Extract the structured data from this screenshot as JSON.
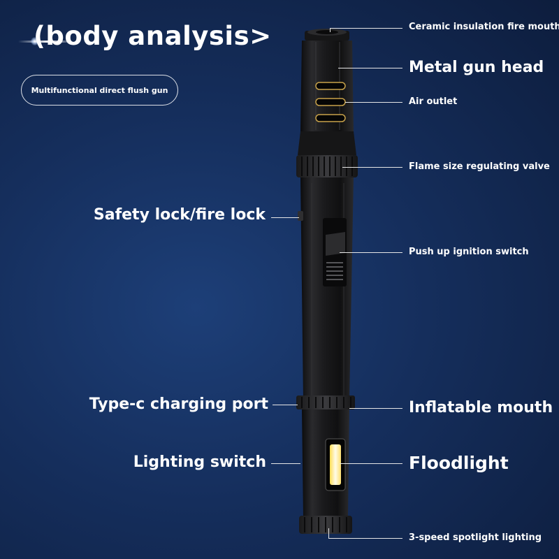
{
  "header": {
    "title": "(body analysis>",
    "subtitle": "Multifunctional direct flush gun"
  },
  "labels": {
    "ceramic_mouth": "Ceramic insulation fire mouth",
    "metal_head": "Metal gun head",
    "air_outlet": "Air outlet",
    "flame_valve": "Flame size regulating valve",
    "safety_lock": "Safety lock/fire lock",
    "ignition_switch": "Push up ignition switch",
    "charging_port": "Type-c charging port",
    "inflatable_mouth": "Inflatable mouth",
    "lighting_switch": "Lighting switch",
    "floodlight": "Floodlight",
    "spotlight": "3-speed spotlight lighting"
  },
  "colors": {
    "background": "#152e5c",
    "text": "#ffffff",
    "device_body": "#1b1b1d",
    "floodlight": "#f6f2c4"
  }
}
